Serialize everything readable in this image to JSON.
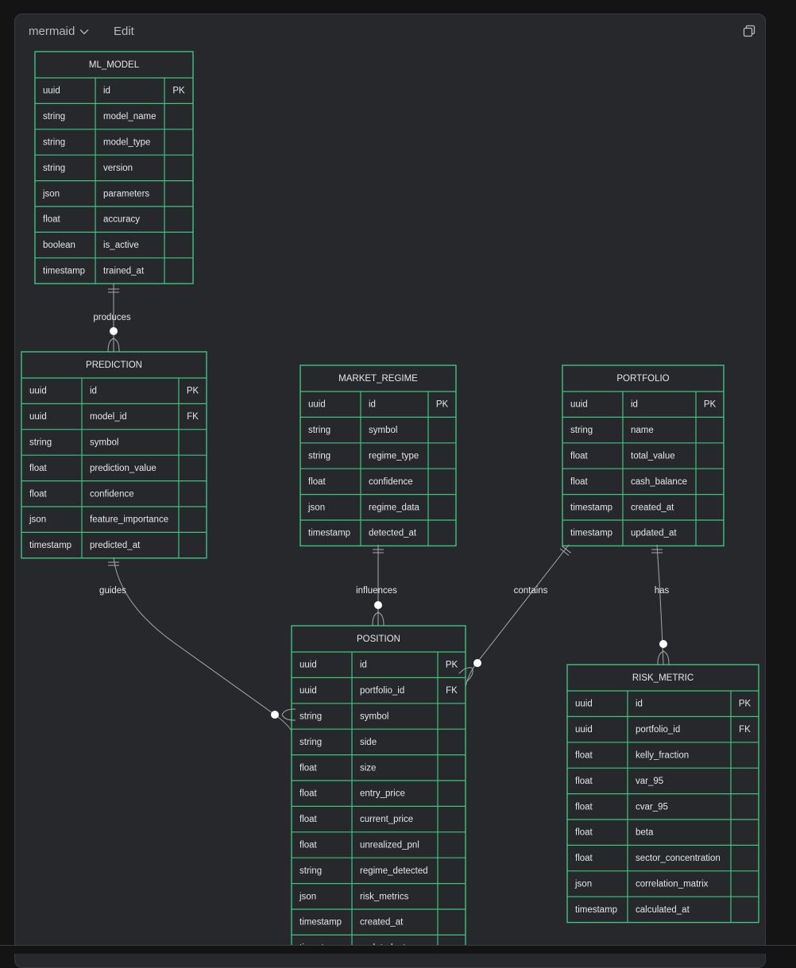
{
  "toolbar": {
    "language_label": "mermaid",
    "edit_label": "Edit",
    "copy_icon": "copy-icon",
    "chevron_icon": "chevron-down-icon"
  },
  "colors": {
    "card_bg": "#27282c",
    "entity_border": "#3ec47f",
    "line": "#a8a8a8",
    "text": "#e6e6e6"
  },
  "entities": {
    "ml_model": {
      "name": "ML_MODEL",
      "attributes": [
        {
          "type": "uuid",
          "name": "id",
          "key": "PK"
        },
        {
          "type": "string",
          "name": "model_name",
          "key": ""
        },
        {
          "type": "string",
          "name": "model_type",
          "key": ""
        },
        {
          "type": "string",
          "name": "version",
          "key": ""
        },
        {
          "type": "json",
          "name": "parameters",
          "key": ""
        },
        {
          "type": "float",
          "name": "accuracy",
          "key": ""
        },
        {
          "type": "boolean",
          "name": "is_active",
          "key": ""
        },
        {
          "type": "timestamp",
          "name": "trained_at",
          "key": ""
        }
      ]
    },
    "prediction": {
      "name": "PREDICTION",
      "attributes": [
        {
          "type": "uuid",
          "name": "id",
          "key": "PK"
        },
        {
          "type": "uuid",
          "name": "model_id",
          "key": "FK"
        },
        {
          "type": "string",
          "name": "symbol",
          "key": ""
        },
        {
          "type": "float",
          "name": "prediction_value",
          "key": ""
        },
        {
          "type": "float",
          "name": "confidence",
          "key": ""
        },
        {
          "type": "json",
          "name": "feature_importance",
          "key": ""
        },
        {
          "type": "timestamp",
          "name": "predicted_at",
          "key": ""
        }
      ]
    },
    "market_regime": {
      "name": "MARKET_REGIME",
      "attributes": [
        {
          "type": "uuid",
          "name": "id",
          "key": "PK"
        },
        {
          "type": "string",
          "name": "symbol",
          "key": ""
        },
        {
          "type": "string",
          "name": "regime_type",
          "key": ""
        },
        {
          "type": "float",
          "name": "confidence",
          "key": ""
        },
        {
          "type": "json",
          "name": "regime_data",
          "key": ""
        },
        {
          "type": "timestamp",
          "name": "detected_at",
          "key": ""
        }
      ]
    },
    "portfolio": {
      "name": "PORTFOLIO",
      "attributes": [
        {
          "type": "uuid",
          "name": "id",
          "key": "PK"
        },
        {
          "type": "string",
          "name": "name",
          "key": ""
        },
        {
          "type": "float",
          "name": "total_value",
          "key": ""
        },
        {
          "type": "float",
          "name": "cash_balance",
          "key": ""
        },
        {
          "type": "timestamp",
          "name": "created_at",
          "key": ""
        },
        {
          "type": "timestamp",
          "name": "updated_at",
          "key": ""
        }
      ]
    },
    "position": {
      "name": "POSITION",
      "attributes": [
        {
          "type": "uuid",
          "name": "id",
          "key": "PK"
        },
        {
          "type": "uuid",
          "name": "portfolio_id",
          "key": "FK"
        },
        {
          "type": "string",
          "name": "symbol",
          "key": ""
        },
        {
          "type": "string",
          "name": "side",
          "key": ""
        },
        {
          "type": "float",
          "name": "size",
          "key": ""
        },
        {
          "type": "float",
          "name": "entry_price",
          "key": ""
        },
        {
          "type": "float",
          "name": "current_price",
          "key": ""
        },
        {
          "type": "float",
          "name": "unrealized_pnl",
          "key": ""
        },
        {
          "type": "string",
          "name": "regime_detected",
          "key": ""
        },
        {
          "type": "json",
          "name": "risk_metrics",
          "key": ""
        },
        {
          "type": "timestamp",
          "name": "created_at",
          "key": ""
        },
        {
          "type": "timestamp",
          "name": "updated_at",
          "key": ""
        }
      ]
    },
    "risk_metric": {
      "name": "RISK_METRIC",
      "attributes": [
        {
          "type": "uuid",
          "name": "id",
          "key": "PK"
        },
        {
          "type": "uuid",
          "name": "portfolio_id",
          "key": "FK"
        },
        {
          "type": "float",
          "name": "kelly_fraction",
          "key": ""
        },
        {
          "type": "float",
          "name": "var_95",
          "key": ""
        },
        {
          "type": "float",
          "name": "cvar_95",
          "key": ""
        },
        {
          "type": "float",
          "name": "beta",
          "key": ""
        },
        {
          "type": "float",
          "name": "sector_concentration",
          "key": ""
        },
        {
          "type": "json",
          "name": "correlation_matrix",
          "key": ""
        },
        {
          "type": "timestamp",
          "name": "calculated_at",
          "key": ""
        }
      ]
    }
  },
  "relationships": {
    "produces": {
      "label": "produces",
      "from": "ml_model",
      "to": "prediction",
      "from_card": "one",
      "to_card": "zero-or-many"
    },
    "guides": {
      "label": "guides",
      "from": "prediction",
      "to": "position",
      "from_card": "one",
      "to_card": "zero-or-many"
    },
    "influences": {
      "label": "influences",
      "from": "market_regime",
      "to": "position",
      "from_card": "one",
      "to_card": "zero-or-many"
    },
    "contains": {
      "label": "contains",
      "from": "portfolio",
      "to": "position",
      "from_card": "one",
      "to_card": "zero-or-many"
    },
    "has": {
      "label": "has",
      "from": "portfolio",
      "to": "risk_metric",
      "from_card": "one",
      "to_card": "zero-or-many"
    }
  }
}
